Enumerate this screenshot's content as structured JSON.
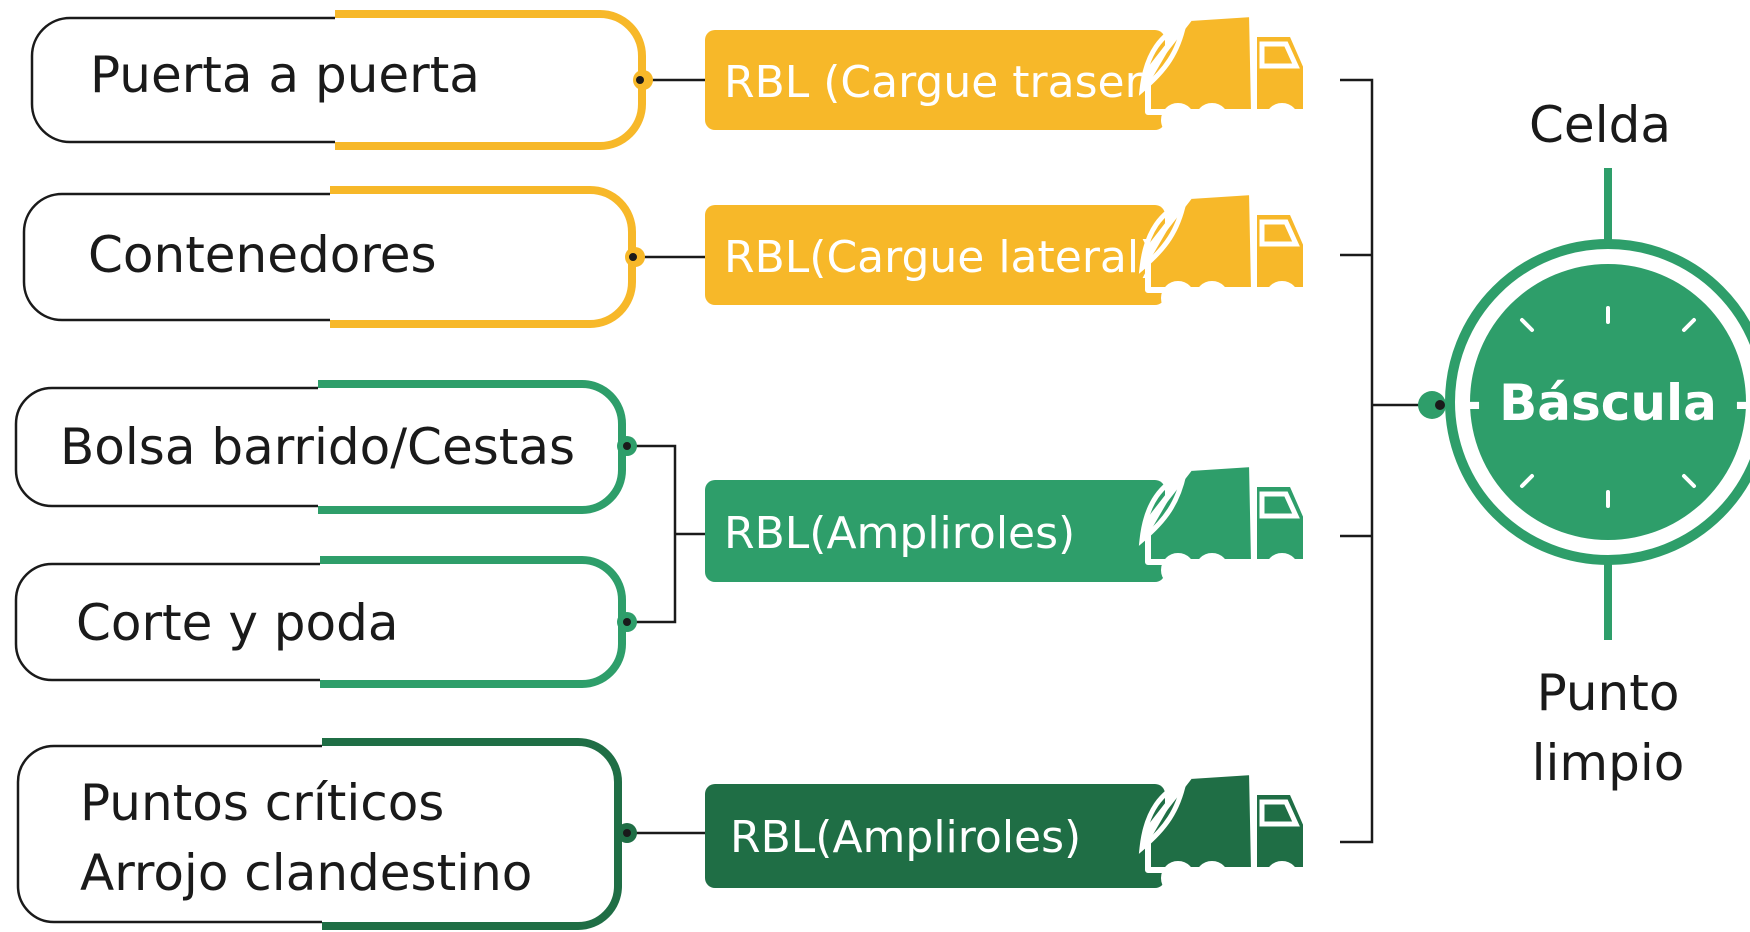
{
  "colors": {
    "yellow": "#F7B829",
    "green": "#2E9E6A",
    "dark_green": "#1F6E45",
    "line": "#1a1a1a"
  },
  "sources": [
    {
      "label": "Puerta a puerta"
    },
    {
      "label": "Contenedores"
    },
    {
      "label": "Bolsa barrido/Cestas"
    },
    {
      "label": "Corte y poda"
    },
    {
      "lines": [
        "Puntos críticos",
        "Arrojo clandestino"
      ]
    }
  ],
  "vehicles": [
    {
      "label": "RBL (Cargue trasero)",
      "icon": "garbage-truck-icon"
    },
    {
      "label": "RBL(Cargue lateral)",
      "icon": "garbage-truck-icon"
    },
    {
      "label": "RBL(Ampliroles)",
      "icon": "garbage-truck-icon"
    },
    {
      "label": "RBL(Ampliroles)",
      "icon": "garbage-truck-icon"
    }
  ],
  "center": {
    "label": "- Báscula -",
    "top_label": "Celda",
    "bottom_label": [
      "Punto",
      "limpio"
    ],
    "icon": "scale-icon"
  }
}
